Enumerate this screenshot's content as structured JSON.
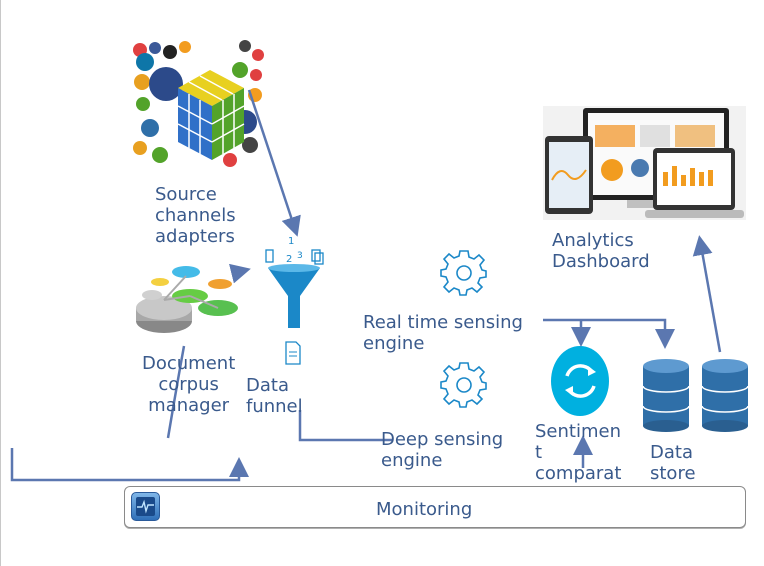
{
  "labels": {
    "source_channels": "Source\nchannels\nadapters",
    "document_corpus": "Document\ncorpus\nmanager",
    "data_funnel": "Data\nfunnel",
    "realtime_engine": "Real time sensing\nengine",
    "deep_engine": "Deep sensing\nengine",
    "sentiment": "Sentimen\nt\ncomparat\nor",
    "data_store": "Data\nstore",
    "analytics": "Analytics\nDashboard",
    "monitoring": "Monitoring"
  },
  "colors": {
    "text": "#3a5a8c",
    "arrow": "#5b77b0",
    "icon_blue": "#1b88c8",
    "sentiment_circle": "#00b0e0",
    "db_blue": "#2f6fa8"
  }
}
